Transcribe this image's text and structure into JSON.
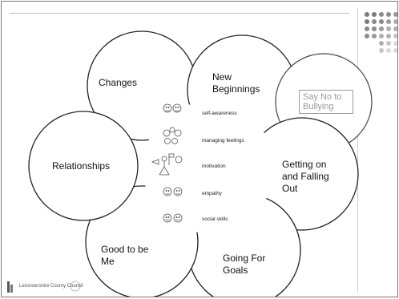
{
  "petals": {
    "changes": "Changes",
    "new_beginnings": "New Beginnings",
    "say_no": "Say No to Bullying",
    "getting_on": "Getting on and Falling Out",
    "going_goals": "Going For Goals",
    "good_to_be_me": "Good to be Me",
    "relationships": "Relationships"
  },
  "center_items": [
    "self-awareness",
    "managing feelings",
    "motivation",
    "empathy",
    "social skills"
  ],
  "footer": {
    "logo_text": "Leicestershire County Council"
  }
}
